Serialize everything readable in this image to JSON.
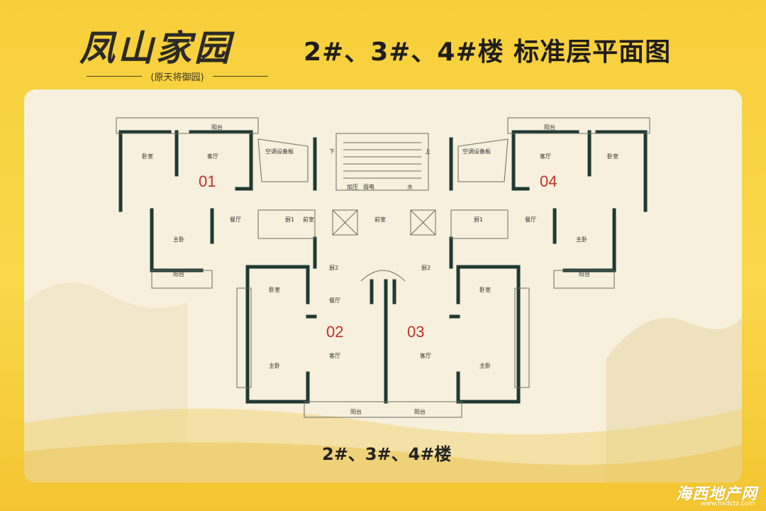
{
  "header": {
    "brand": "凤山家园",
    "brand_sub": "(原天将御园)",
    "title": "2#、3#、4#楼 标准层平面图"
  },
  "units": [
    {
      "label": "01"
    },
    {
      "label": "02"
    },
    {
      "label": "03"
    },
    {
      "label": "04"
    }
  ],
  "rooms": {
    "balcony": "阳台",
    "living": "客厅",
    "bedroom": "卧室",
    "master": "主卧",
    "dining": "餐厅",
    "kitchen": "厨1",
    "kitchen_r": "厨1",
    "bath2": "厨2",
    "bath2_r": "厨2",
    "ac": "空调设备板",
    "hall": "前室",
    "stair_up": "上",
    "stair_down": "下",
    "fire": "加压",
    "elec": "弱电",
    "water": "水"
  },
  "bottom_label": "2#、3#、4#楼",
  "watermark": {
    "main": "海西地产网",
    "url": "www.hxdctz.com"
  },
  "colors": {
    "background": "#f7cf3a",
    "panel": "#f7f0dc",
    "wall": "#1f3a33",
    "unit_label": "#c0302b"
  }
}
